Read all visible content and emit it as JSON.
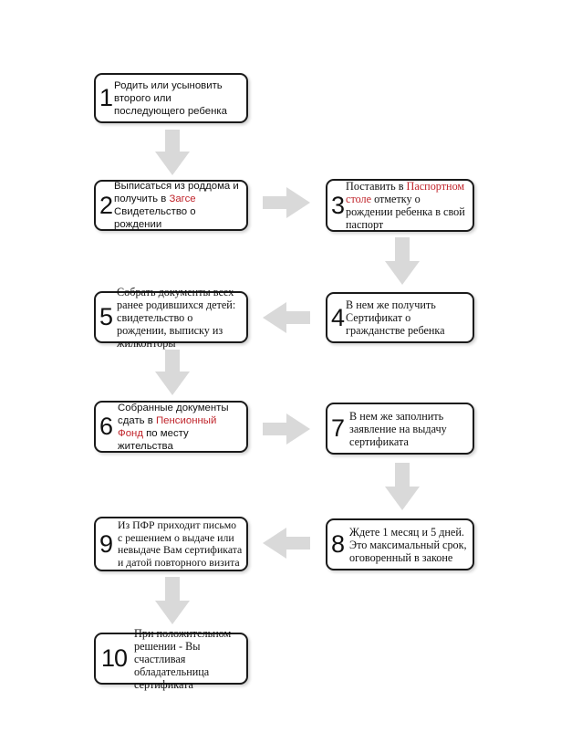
{
  "arrow_color": "#d9d9d9",
  "accent_color": "#c0242b",
  "steps": [
    {
      "number": "1",
      "text": [
        "Родить или усыновить второго или последующего ребенка"
      ]
    },
    {
      "number": "2",
      "text_a": "Выписаться из роддома и получить в ",
      "highlight": "Загсе",
      "text_b": " Свидетельство о рождении"
    },
    {
      "number": "3",
      "text_a": "Поставить в ",
      "highlight": "Паспортном столе",
      "text_b": " отметку о рождении ребенка в свой паспорт"
    },
    {
      "number": "4",
      "text": [
        "В нем же получить Сертификат о гражданстве ребенка"
      ]
    },
    {
      "number": "5",
      "text": [
        "Собрать документы всех ранее родившихся детей: свидетельство о рождении, выписку из жилконторы"
      ]
    },
    {
      "number": "6",
      "text_a": "Собранные документы сдать в ",
      "highlight": "Пенсионный Фонд",
      "text_b": " по месту жительства"
    },
    {
      "number": "7",
      "text": [
        "В нем же заполнить заявление на выдачу сертификата"
      ]
    },
    {
      "number": "8",
      "text": [
        "Ждете 1 месяц и 5 дней. Это максимальный срок, оговоренный в законе"
      ]
    },
    {
      "number": "9",
      "text": [
        "Из ПФР приходит письмо с решением о выдаче или невыдаче Вам сертификата и датой повторного визита"
      ]
    },
    {
      "number": "10",
      "text": [
        "При положительном решении - Вы счастливая обладательница сертификата"
      ]
    }
  ]
}
